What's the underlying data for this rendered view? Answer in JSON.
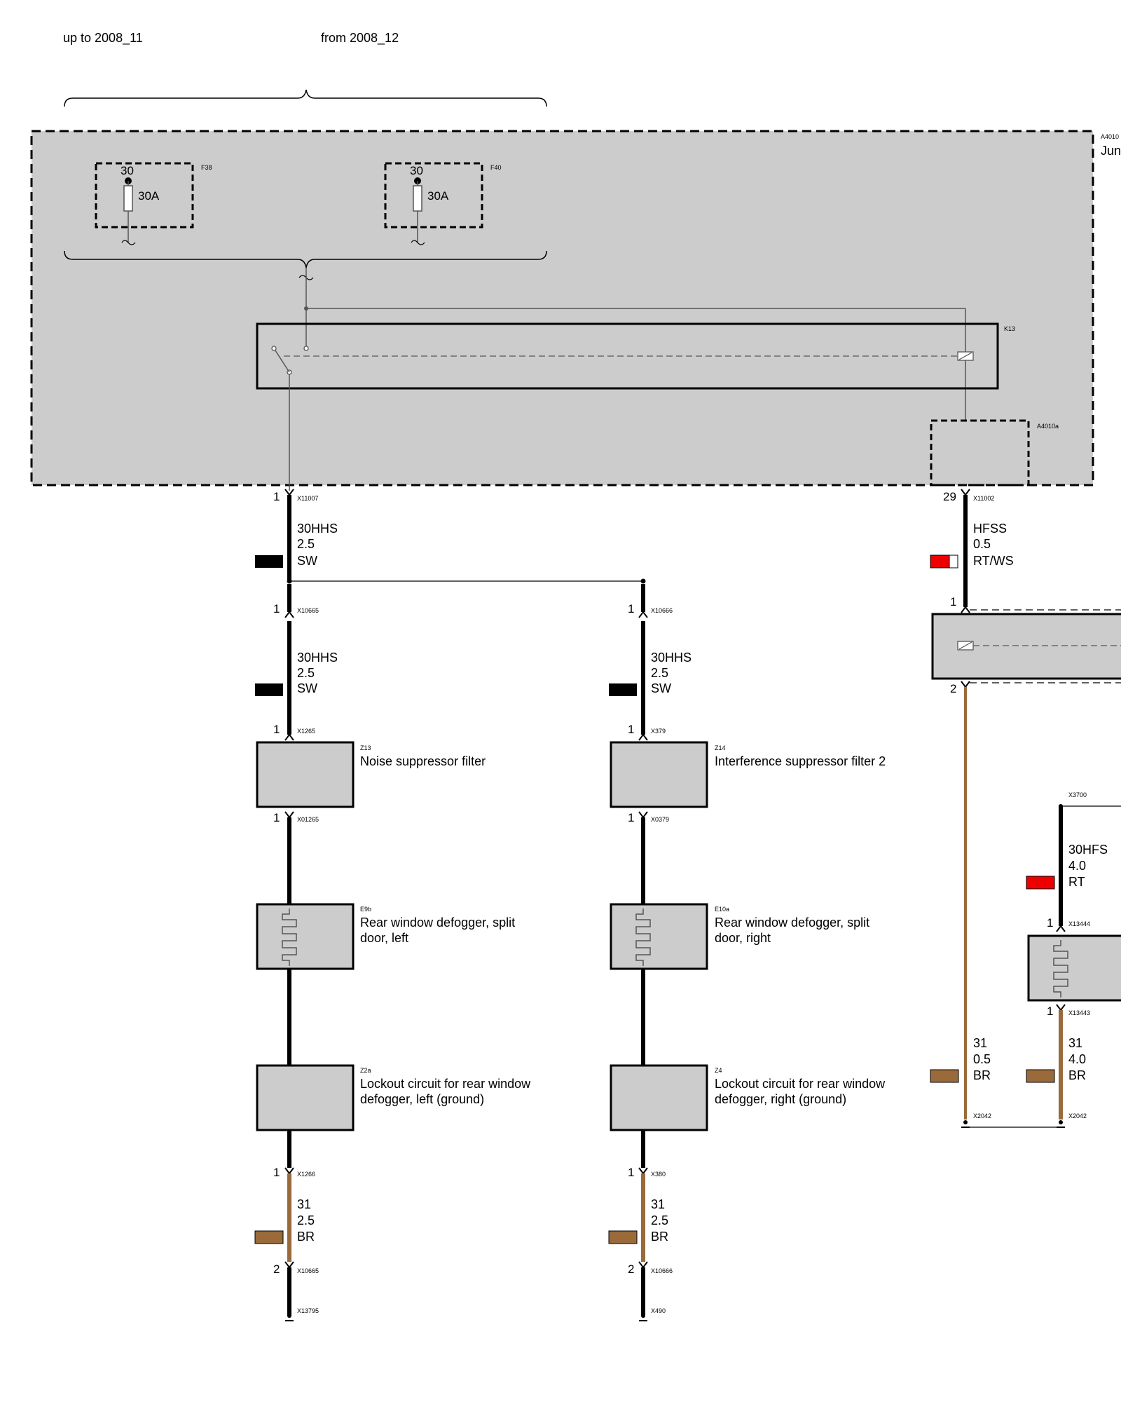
{
  "header": {
    "left_label": "up to 2008_11",
    "right_label": "from 2008_12"
  },
  "junction_box": {
    "id": "A4010",
    "name_partial": "Jun"
  },
  "fuses": [
    {
      "id": "F38",
      "terminal": "30",
      "rating": "30A"
    },
    {
      "id": "F40",
      "terminal": "30",
      "rating": "30A"
    }
  ],
  "relay": {
    "id": "K13"
  },
  "sub_module": {
    "id": "A4010a"
  },
  "colors": {
    "SW": "#000000",
    "BR": "#9a6a3a",
    "RT": "#ee0000",
    "WS": "#ffffff",
    "housing": "#cccccc"
  },
  "left_branch": {
    "pin_out": "1",
    "out_connector": "X11007",
    "wire1": {
      "signal": "30HHS",
      "size": "2.5",
      "color": "SW"
    },
    "splice_pin": "1",
    "splice_connector": "X10665",
    "wire2": {
      "signal": "30HHS",
      "size": "2.5",
      "color": "SW"
    },
    "filter_in_pin": "1",
    "filter_in_connector": "X1265",
    "filter": {
      "id": "Z13",
      "name": "Noise suppressor filter"
    },
    "filter_out_pin": "1",
    "filter_out_connector": "X01265",
    "defogger": {
      "id": "E9b",
      "name_line1": "Rear window defogger, split",
      "name_line2": "door, left"
    },
    "lockout": {
      "id": "Z2a",
      "name_line1": "Lockout circuit for rear window",
      "name_line2": "defogger, left (ground)"
    },
    "ground_in_pin": "1",
    "ground_in_connector": "X1266",
    "ground_wire": {
      "signal": "31",
      "size": "2.5",
      "color": "BR"
    },
    "ground_out_pin": "2",
    "ground_out_connector": "X10665",
    "end_connector": "X13795"
  },
  "middle_branch": {
    "splice_pin": "1",
    "splice_connector": "X10666",
    "wire": {
      "signal": "30HHS",
      "size": "2.5",
      "color": "SW"
    },
    "filter_in_pin": "1",
    "filter_in_connector": "X379",
    "filter": {
      "id": "Z14",
      "name": "Interference suppressor filter 2"
    },
    "filter_out_pin": "1",
    "filter_out_connector": "X0379",
    "defogger": {
      "id": "E10a",
      "name_line1": "Rear window defogger, split",
      "name_line2": "door, right"
    },
    "lockout": {
      "id": "Z4",
      "name_line1": "Lockout circuit for rear window",
      "name_line2": "defogger, right (ground)"
    },
    "ground_in_pin": "1",
    "ground_in_connector": "X380",
    "ground_wire": {
      "signal": "31",
      "size": "2.5",
      "color": "BR"
    },
    "ground_out_pin": "2",
    "ground_out_connector": "X10666",
    "end_connector": "X490"
  },
  "right_branch": {
    "pin_out": "29",
    "out_connector": "X11002",
    "wire1": {
      "signal": "HFSS",
      "size": "0.5",
      "color": "RT/WS"
    },
    "relay_in_pin": "1",
    "relay_out_pin": "2",
    "ground_wire": {
      "signal": "31",
      "size": "0.5",
      "color": "BR"
    },
    "end_connector": "X2042"
  },
  "far_right_branch": {
    "top_connector": "X3700",
    "wire": {
      "signal": "30HFS",
      "size": "4.0",
      "color": "RT"
    },
    "heater_in_pin": "1",
    "heater_in_connector": "X13444",
    "heater_out_pin": "1",
    "heater_out_connector": "X13443",
    "ground_wire": {
      "signal": "31",
      "size": "4.0",
      "color": "BR"
    },
    "end_connector": "X2042"
  }
}
